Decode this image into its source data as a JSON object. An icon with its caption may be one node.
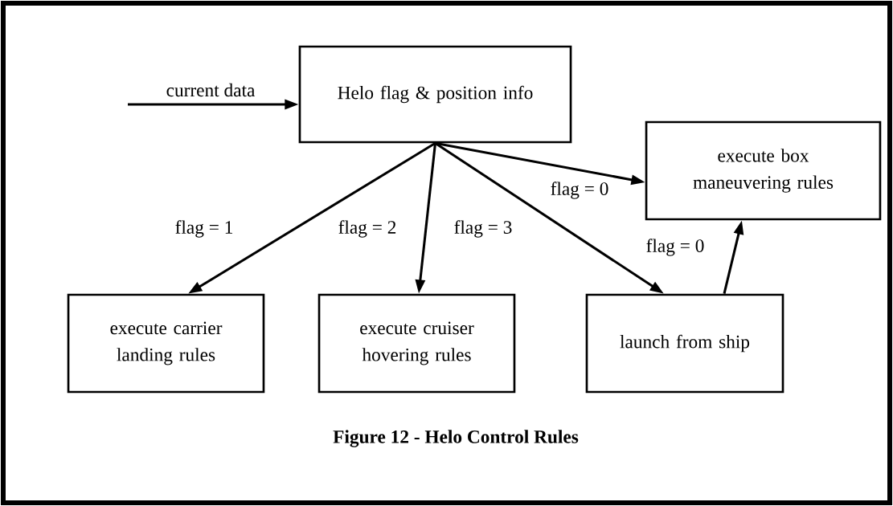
{
  "diagram": {
    "caption": "Figure 12 - Helo Control Rules",
    "nodes": [
      {
        "text": [
          "Helo flag & position info"
        ]
      },
      {
        "text": [
          "execute box maneuvering rules"
        ]
      },
      {
        "text": [
          "execute carrier landing rules"
        ]
      },
      {
        "text": [
          "execute cruiser hovering rules"
        ]
      },
      {
        "text": [
          "launch from ship"
        ]
      }
    ],
    "edges": [
      {
        "from": null,
        "to": 0,
        "arrow": "to",
        "label": "current data"
      },
      {
        "from": 0,
        "to": 2,
        "arrow": "to",
        "label": "flag = 1"
      },
      {
        "from": 0,
        "to": 3,
        "arrow": "to",
        "label": "flag = 2"
      },
      {
        "from": 0,
        "to": 4,
        "arrow": "to",
        "label": "flag = 3"
      },
      {
        "from": 0,
        "to": 1,
        "arrow": "to",
        "label": "flag = 0"
      },
      {
        "from": 4,
        "to": 1,
        "arrow": "to",
        "label": "flag = 0"
      }
    ]
  }
}
